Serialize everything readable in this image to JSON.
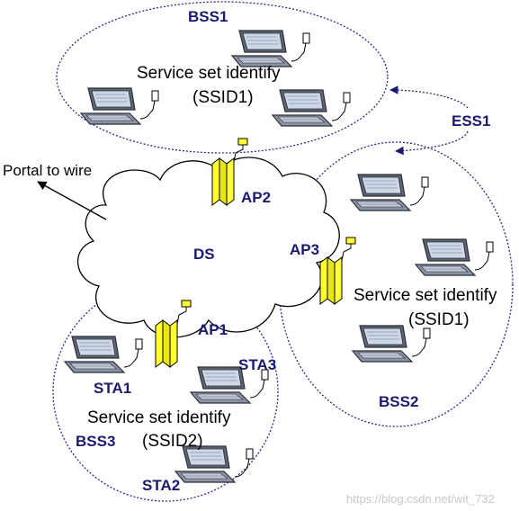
{
  "labels": {
    "bss1": "BSS1",
    "bss2": "BSS2",
    "bss3": "BSS3",
    "ess1": "ESS1",
    "ds": "DS",
    "portal": "Portal to wire",
    "ap1": "AP1",
    "ap2": "AP2",
    "ap3": "AP3",
    "sta1": "STA1",
    "sta2": "STA2",
    "sta3": "STA3",
    "ssid_top_line1": "Service set identify",
    "ssid_top_line2": "(SSID1)",
    "ssid_right_line1": "Service set identify",
    "ssid_right_line2": "(SSID1)",
    "ssid_bottom_line1": "Service set identify",
    "ssid_bottom_line2": "(SSID2)",
    "watermark": "https://blog.csdn.net/wit_732"
  },
  "colors": {
    "label_blue": "#1a1a6e",
    "ellipse_stroke": "#2a2a8a",
    "access_point": "#ffff33",
    "laptop_frame": "#6a7080",
    "laptop_screen": "#cfd8e8"
  },
  "icons": [
    "laptop-icon",
    "access-point-icon",
    "cloud-shape",
    "arrow"
  ]
}
